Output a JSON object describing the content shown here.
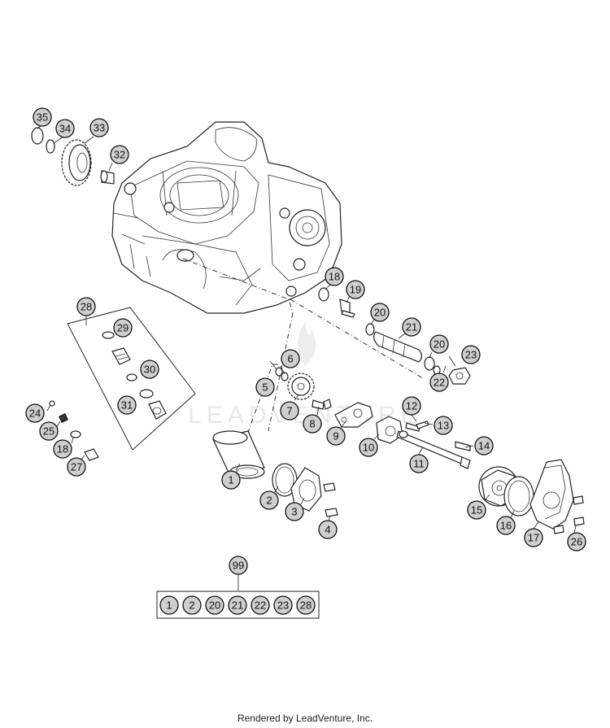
{
  "watermark": "LEADVENTURE",
  "footer": "Rendered by LeadVenture, Inc.",
  "callouts": [
    "35",
    "34",
    "33",
    "32",
    "18",
    "19",
    "20",
    "21",
    "20",
    "23",
    "22",
    "6",
    "5",
    "7",
    "8",
    "9",
    "10",
    "12",
    "13",
    "11",
    "14",
    "1",
    "2",
    "3",
    "4",
    "15",
    "16",
    "17",
    "26",
    "28",
    "29",
    "30",
    "31",
    "24",
    "25",
    "18",
    "27",
    "99"
  ],
  "kit": {
    "label": "99",
    "items": [
      "1",
      "2",
      "20",
      "21",
      "22",
      "23",
      "28"
    ]
  }
}
